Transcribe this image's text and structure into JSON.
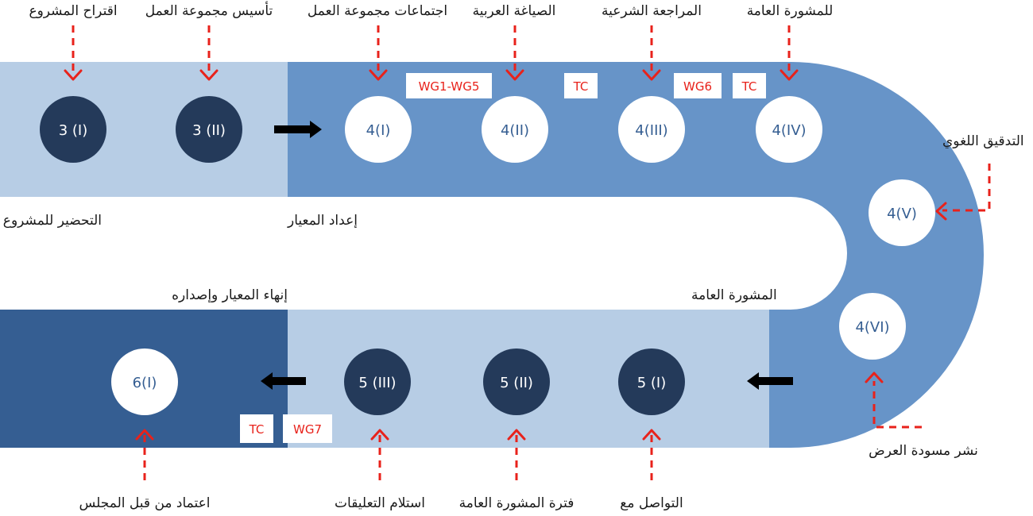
{
  "colors": {
    "prep_band": "#b7cde5",
    "prepare_band": "#6794c8",
    "consult_band": "#b7cde5",
    "finish_band": "#355e92",
    "dark_circle": "#243a5a",
    "white_circle": "#ffffff",
    "circle_text_on_white": "#355e92",
    "marker_red": "#e8221b",
    "arrow_black": "#000000"
  },
  "phases": {
    "prep": "التحضير للمشروع",
    "prepare": "إعداد المعيار",
    "consult": "المشورة العامة",
    "finish": "إنهاء المعيار وإصداره"
  },
  "stages": [
    {
      "code": "3 (I)",
      "desc": "اقتراح المشروع",
      "style": "dark"
    },
    {
      "code": "3 (II)",
      "desc": "تأسيس مجموعة العمل",
      "style": "dark"
    },
    {
      "code": "4(I)",
      "desc": "اجتماعات مجموعة العمل",
      "style": "white"
    },
    {
      "code": "4(II)",
      "desc": "الصياغة العربية",
      "style": "white"
    },
    {
      "code": "4(III)",
      "desc": "المراجعة الشرعية",
      "style": "white"
    },
    {
      "code": "4(IV)",
      "desc": "للمشورة العامة",
      "style": "white"
    },
    {
      "code": "4(V)",
      "desc": "التدقيق اللغوي",
      "style": "white"
    },
    {
      "code": "4(VI)",
      "desc": "نشر مسودة العرض",
      "style": "white"
    },
    {
      "code": "5 (I)",
      "desc": "التواصل مع",
      "style": "dark"
    },
    {
      "code": "5 (II)",
      "desc": "فترة المشورة العامة",
      "style": "dark"
    },
    {
      "code": "5 (III)",
      "desc": "استلام التعليقات",
      "style": "dark"
    },
    {
      "code": "6(I)",
      "desc": "اعتماد من قبل المجلس",
      "style": "white"
    }
  ],
  "badges": [
    "WG1-WG5",
    "TC",
    "WG6",
    "TC",
    "TC",
    "WG7"
  ]
}
